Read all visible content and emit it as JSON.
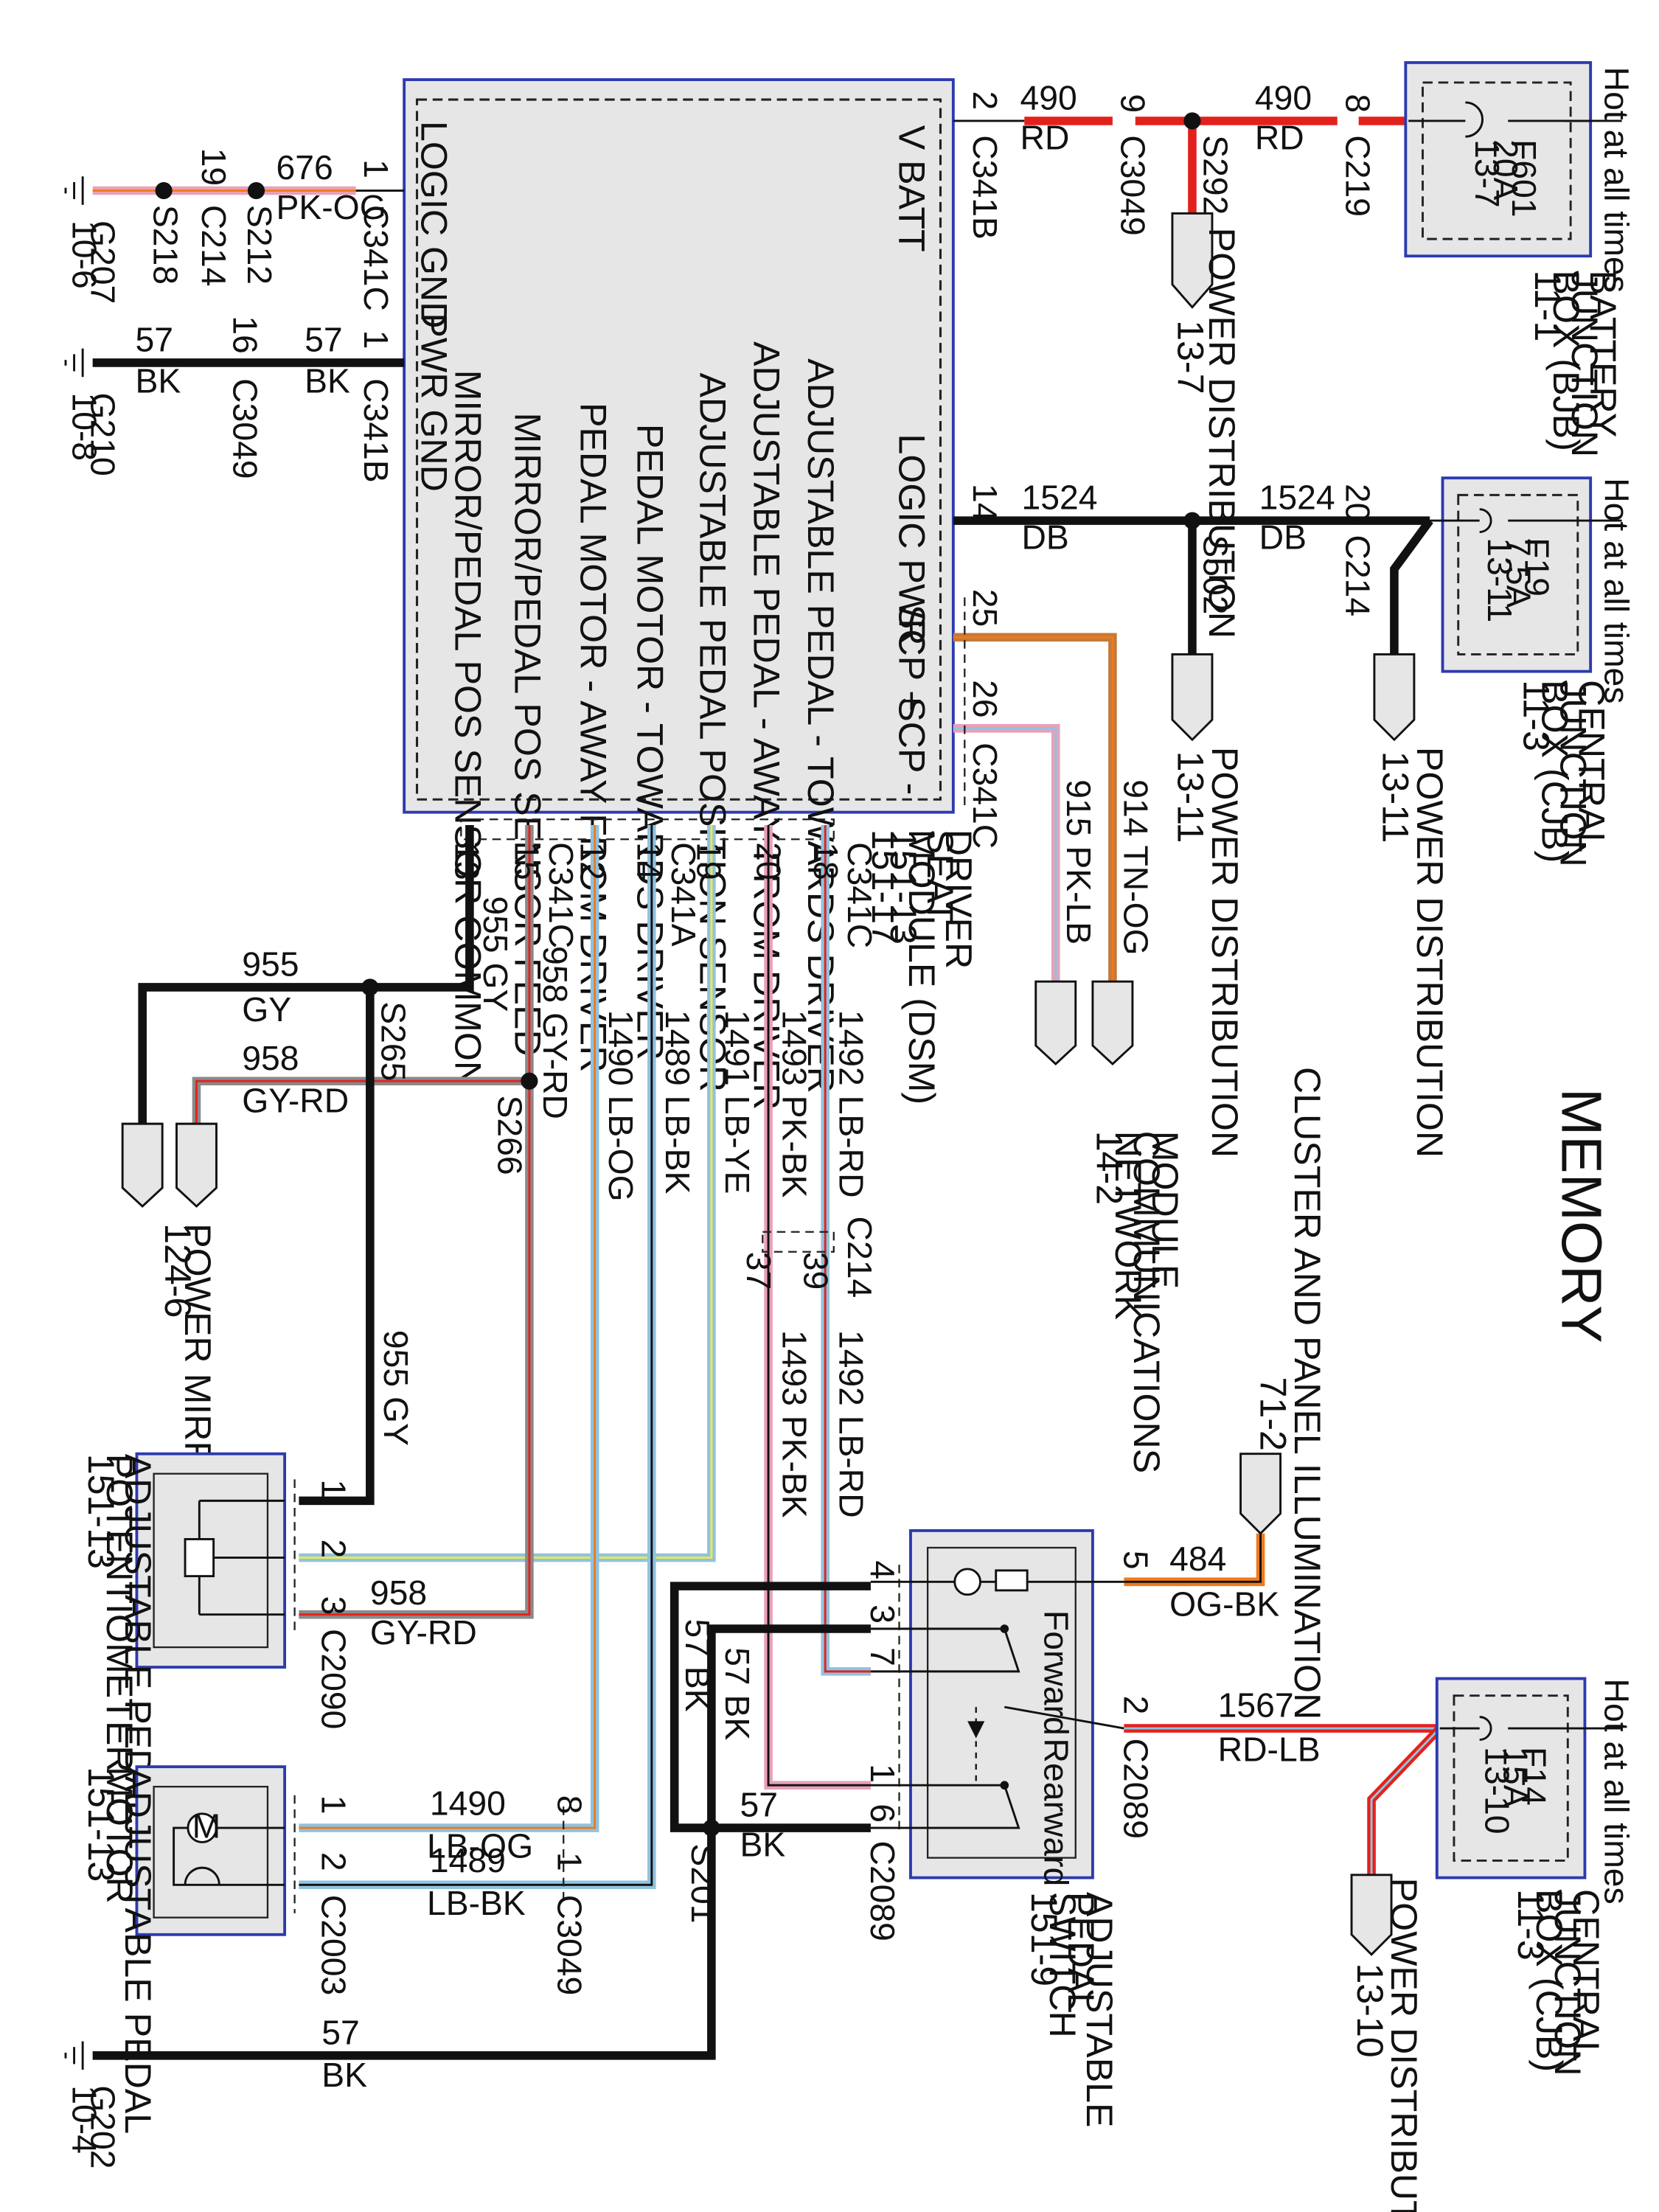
{
  "title": "MEMORY",
  "dsm": {
    "name_lines": [
      "DRIVER",
      "SEAT",
      "MODULE (DSM)",
      "151-13",
      "151-17"
    ],
    "pins_left": [
      "LOGIC GND",
      "PWR GND"
    ],
    "pins_right": [
      "V BATT",
      "LOGIC PWR",
      "SCP +",
      "SCP -"
    ],
    "pins_bottom": [
      "ADJUSTABLE PEDAL - TOWARDS DRIVER",
      "ADJUSTABLE PEDAL - AWAY FROM DRIVER",
      "ADJUSTABLE PEDAL POSITION SENSOR",
      "PEDAL MOTOR - TOWARDS DRIVER",
      "PEDAL MOTOR - AWAY FROM DRIVER",
      "MIRROR/PEDAL POS SENSOR FEED",
      "MIRROR/PEDAL POS SENSOR COMMON"
    ]
  },
  "bjb": {
    "hot": "Hot at all times",
    "name_lines": [
      "BATTERY",
      "JUNCTION",
      "BOX (BJB)",
      "11-1"
    ],
    "fuse_lines": [
      "F601",
      "20A",
      "13-7"
    ]
  },
  "cjb1": {
    "hot": "Hot at all times",
    "name_lines": [
      "CENTRAL",
      "JUNCTION",
      "BOX (CJB)",
      "11-3"
    ],
    "fuse_lines": [
      "F19",
      "7.5A",
      "13-11"
    ]
  },
  "cjb2": {
    "hot": "Hot at all times",
    "name_lines": [
      "CENTRAL",
      "JUNCTION",
      "BOX (CJB)",
      "11-3"
    ],
    "fuse_lines": [
      "F14",
      "15A",
      "13-10"
    ]
  },
  "refs": {
    "power_dist_13_7": [
      "POWER DISTRIBUTION",
      "13-7"
    ],
    "power_dist_13_11a": [
      "POWER DISTRIBUTION",
      "13-11"
    ],
    "power_dist_13_11b": [
      "POWER DISTRIBUTION",
      "13-11"
    ],
    "power_dist_13_10": [
      "POWER DISTRIBUTION",
      "13-10"
    ],
    "module_comm": [
      "MODULE",
      "COMMUNICATIONS",
      "NETWORK",
      "14-2"
    ],
    "power_mirrors": [
      "POWER MIRRORS",
      "124-6"
    ],
    "cluster": [
      "CLUSTER AND PANEL ILLUMINATION",
      "71-2"
    ]
  },
  "components": {
    "pedal_pot": [
      "ADJUSTABLE PEDAL",
      "POTENTIOMETER",
      "151-13"
    ],
    "pedal_motor": [
      "ADJUSTABLE PEDAL",
      "MOTOR",
      "151-13"
    ],
    "pedal_switch": [
      "ADJUSTABLE",
      "PEDAL",
      "SWITCH",
      "151-9"
    ],
    "switch_forward": "Forward",
    "switch_rearward": "Rearward"
  },
  "grounds": {
    "g207": [
      "G207",
      "10-6"
    ],
    "g210": [
      "G210",
      "10-8"
    ],
    "g202": [
      "G202",
      "10-4"
    ]
  },
  "connectors": {
    "c341b_top": "C341B",
    "c3049_top": "C3049",
    "s292": "S292",
    "c219": "C219",
    "c341c_lg": "C341C",
    "s212": "S212",
    "c214_lg": "C214",
    "s218": "S218",
    "c341b_pg": "C341B",
    "c3049_pg": "C3049",
    "s502": "S502",
    "c214_top": "C214",
    "c341c_scp": "C341C",
    "c341c_b1": "C341C",
    "c341a": "C341A",
    "c341c_b2": "C341C",
    "s265": "S265",
    "s266": "S266",
    "c214_mid": "C214",
    "c2090": "C2090",
    "c2003": "C2003",
    "c3049_b": "C3049",
    "s201": "S201",
    "c2089_l": "C2089",
    "c2089_r": "C2089"
  },
  "pins": {
    "p2": "2",
    "p9": "9",
    "p8": "8",
    "p1a": "1",
    "p19": "19",
    "p1b": "1",
    "p16": "16",
    "p14": "14",
    "p20": "20",
    "p25": "25",
    "p26": "26",
    "b18": "18",
    "b20": "20",
    "b19": "19",
    "b14": "14",
    "b12": "12",
    "b15": "15",
    "b13": "13",
    "p39": "39",
    "p37": "37",
    "pot1": "1",
    "pot2": "2",
    "pot3": "3",
    "mot1": "1",
    "mot2": "2",
    "m8": "8",
    "m1": "1",
    "sw4": "4",
    "sw3": "3",
    "sw7": "7",
    "sw1": "1",
    "sw6": "6",
    "sw5": "5",
    "sw2": "2"
  },
  "wires": {
    "w490a": [
      "490",
      "RD"
    ],
    "w490b": [
      "490",
      "RD"
    ],
    "w676": [
      "676",
      "PK-OG"
    ],
    "w57a": [
      "57",
      "BK"
    ],
    "w57b": [
      "57",
      "BK"
    ],
    "w1524a": [
      "1524",
      "DB"
    ],
    "w1524b": [
      "1524",
      "DB"
    ],
    "w914": "914   TN-OG",
    "w915": "915   PK-LB",
    "w1492": "1492   LB-RD",
    "w1493": "1493   PK-BK",
    "w1491": "1491   LB-YE",
    "w1489": "1489   LB-BK",
    "w1490": "1490   LB-OG",
    "w958v": "958   GY-RD",
    "w955v": "955   GY",
    "w955h": [
      "955",
      "GY"
    ],
    "w958h": [
      "958",
      "GY-RD"
    ],
    "w1492b": "1492   LB-RD",
    "w1493b": "1493   PK-BK",
    "w955v2": "955   GY",
    "w958pot": [
      "958",
      "GY-RD"
    ],
    "w1490m": [
      "1490",
      "LB-OG"
    ],
    "w1489m": [
      "1489",
      "LB-BK"
    ],
    "w57sw_a": "57   BK",
    "w57sw_b": "57   BK",
    "w57s": [
      "57",
      "BK"
    ],
    "w57g": [
      "57",
      "BK"
    ],
    "w484": [
      "484",
      "OG-BK"
    ],
    "w1567": [
      "1567",
      "RD-LB"
    ]
  },
  "colors": {
    "RD": "#e3211c",
    "BK": "#111111",
    "PK": "#e9a0b8",
    "OG": "#f07a1a",
    "DB": "#1f2a55",
    "TN": "#c27a3a",
    "LB": "#8fc3e0",
    "YE": "#f0e84a",
    "GY": "#8a8a8a",
    "box": "#2d3ab0",
    "panel": "#e6e6e6"
  }
}
